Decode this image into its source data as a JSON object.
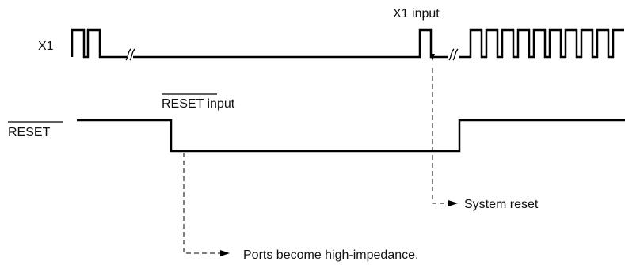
{
  "signals": {
    "x1": {
      "name": "X1"
    },
    "reset": {
      "name": "RESET"
    }
  },
  "annotations": {
    "x1_input": "X1 input",
    "reset_input": "RESET input",
    "system_reset": "System reset",
    "ports": "Ports become high-impedance."
  },
  "colors": {
    "line": "#000000",
    "text": "#111111",
    "background": "#ffffff"
  }
}
